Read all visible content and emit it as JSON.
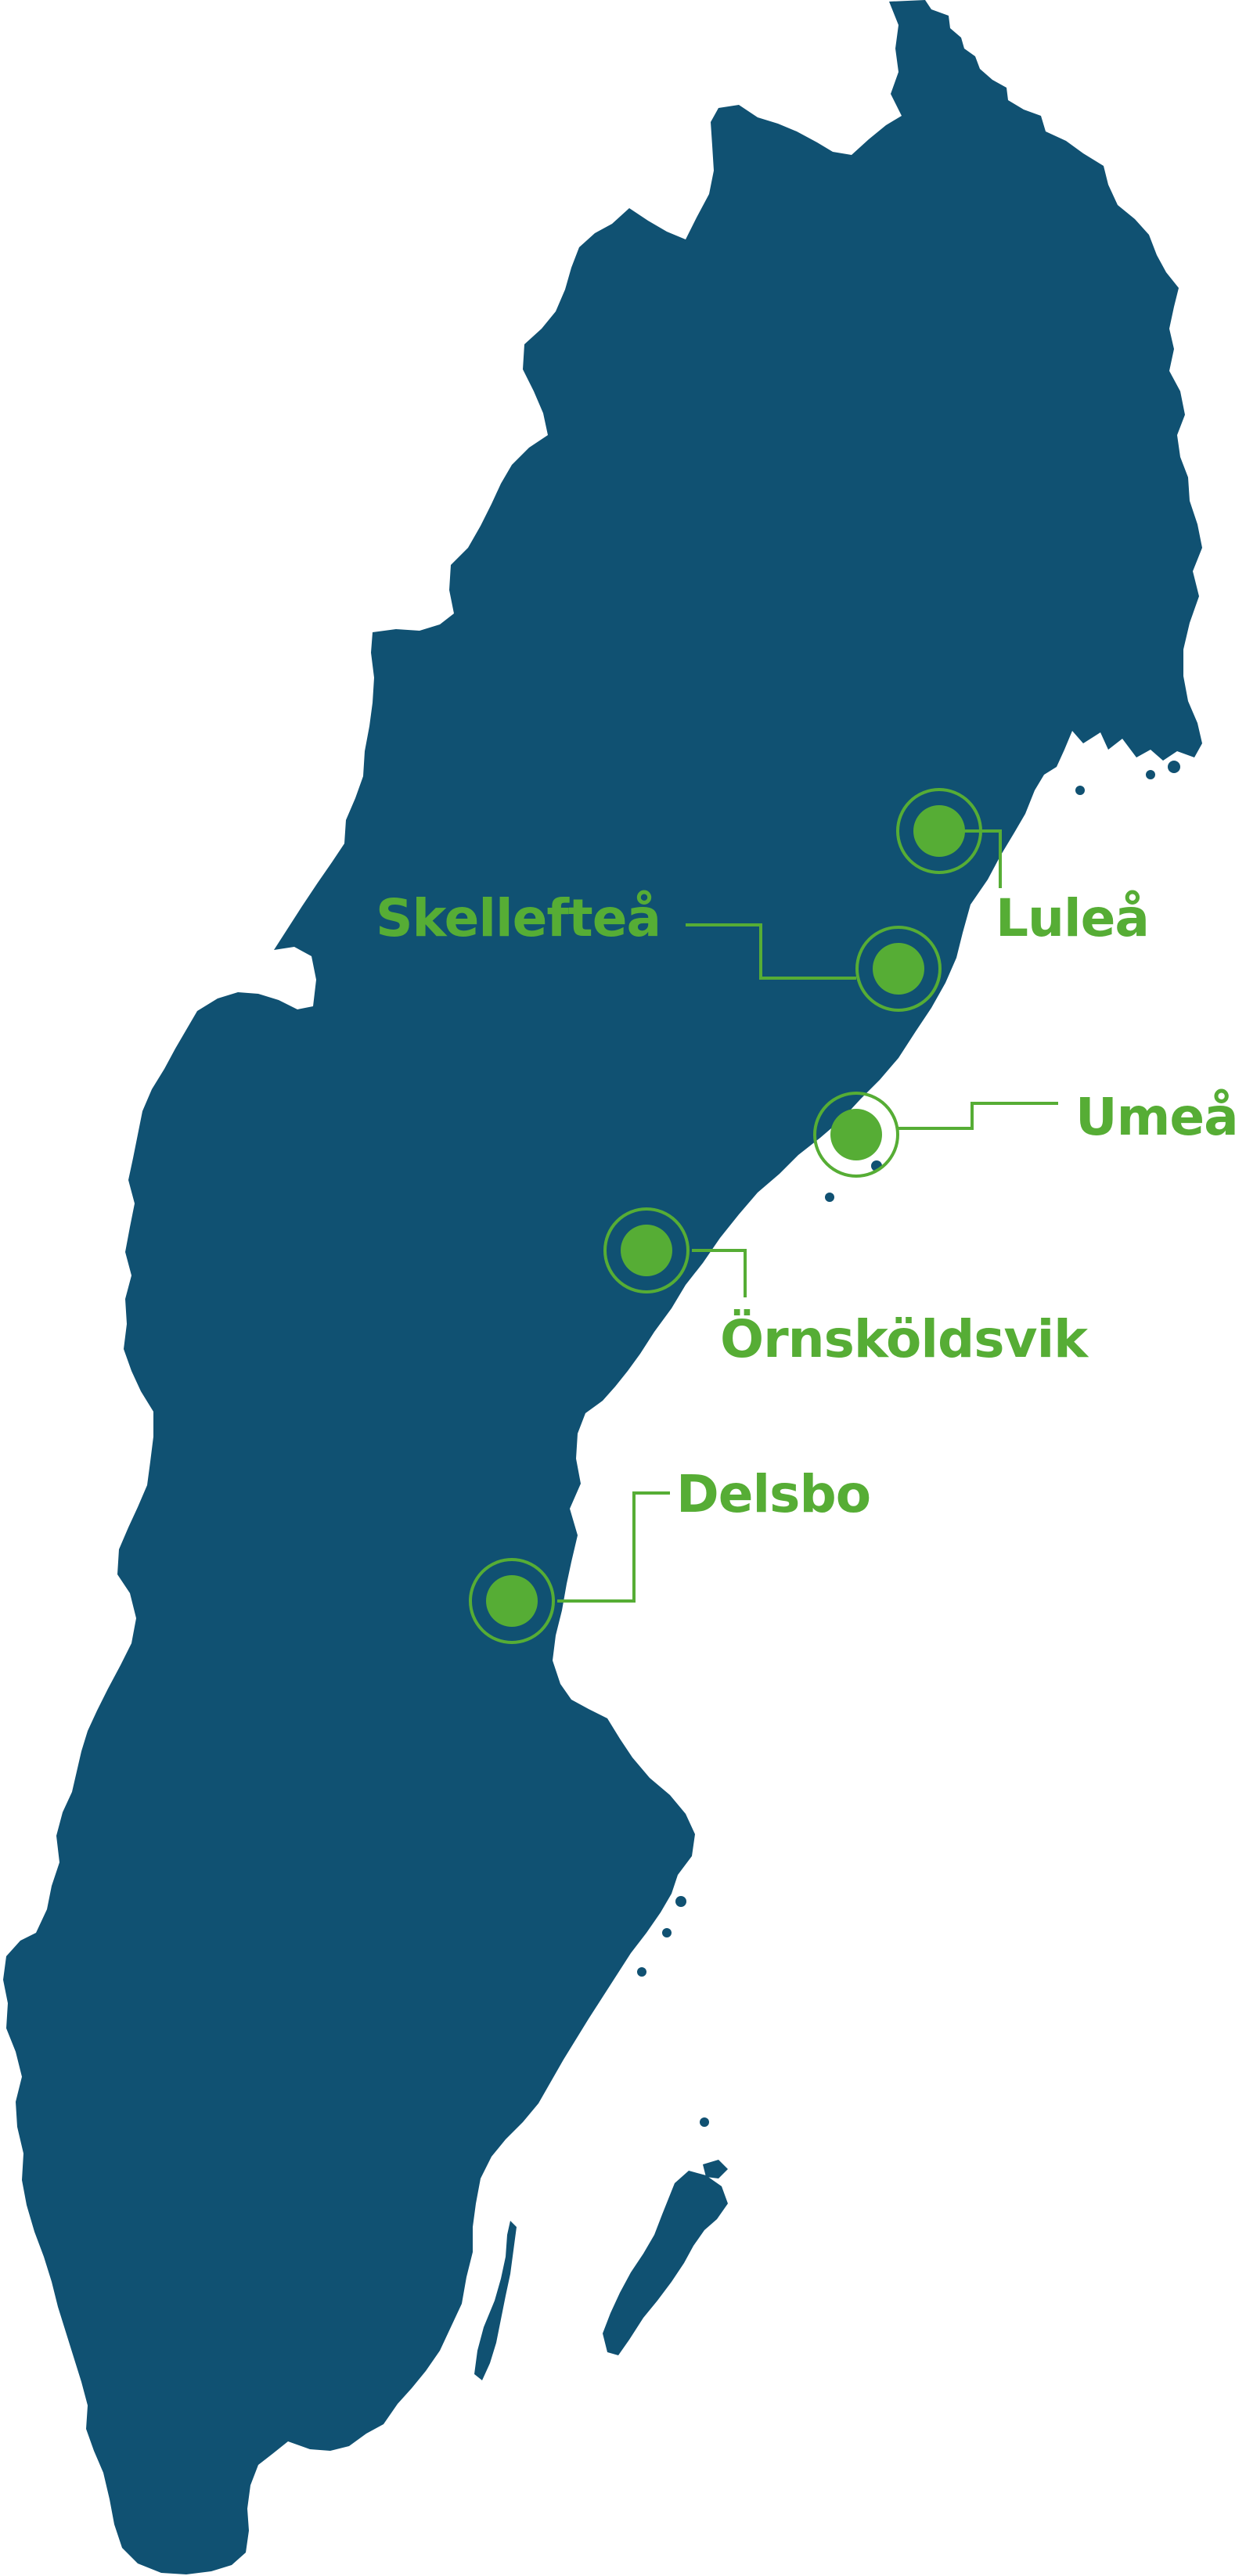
{
  "colors": {
    "land": "#105172",
    "marker": "#56ad35",
    "background": "#ffffff"
  },
  "markers": [
    {
      "id": "lulea",
      "label": "Luleå"
    },
    {
      "id": "skelleftea",
      "label": "Skellefteå"
    },
    {
      "id": "umea",
      "label": "Umeå"
    },
    {
      "id": "ornskoldsvik",
      "label": "Örnsköldsvik"
    },
    {
      "id": "delsbo",
      "label": "Delsbo"
    }
  ]
}
